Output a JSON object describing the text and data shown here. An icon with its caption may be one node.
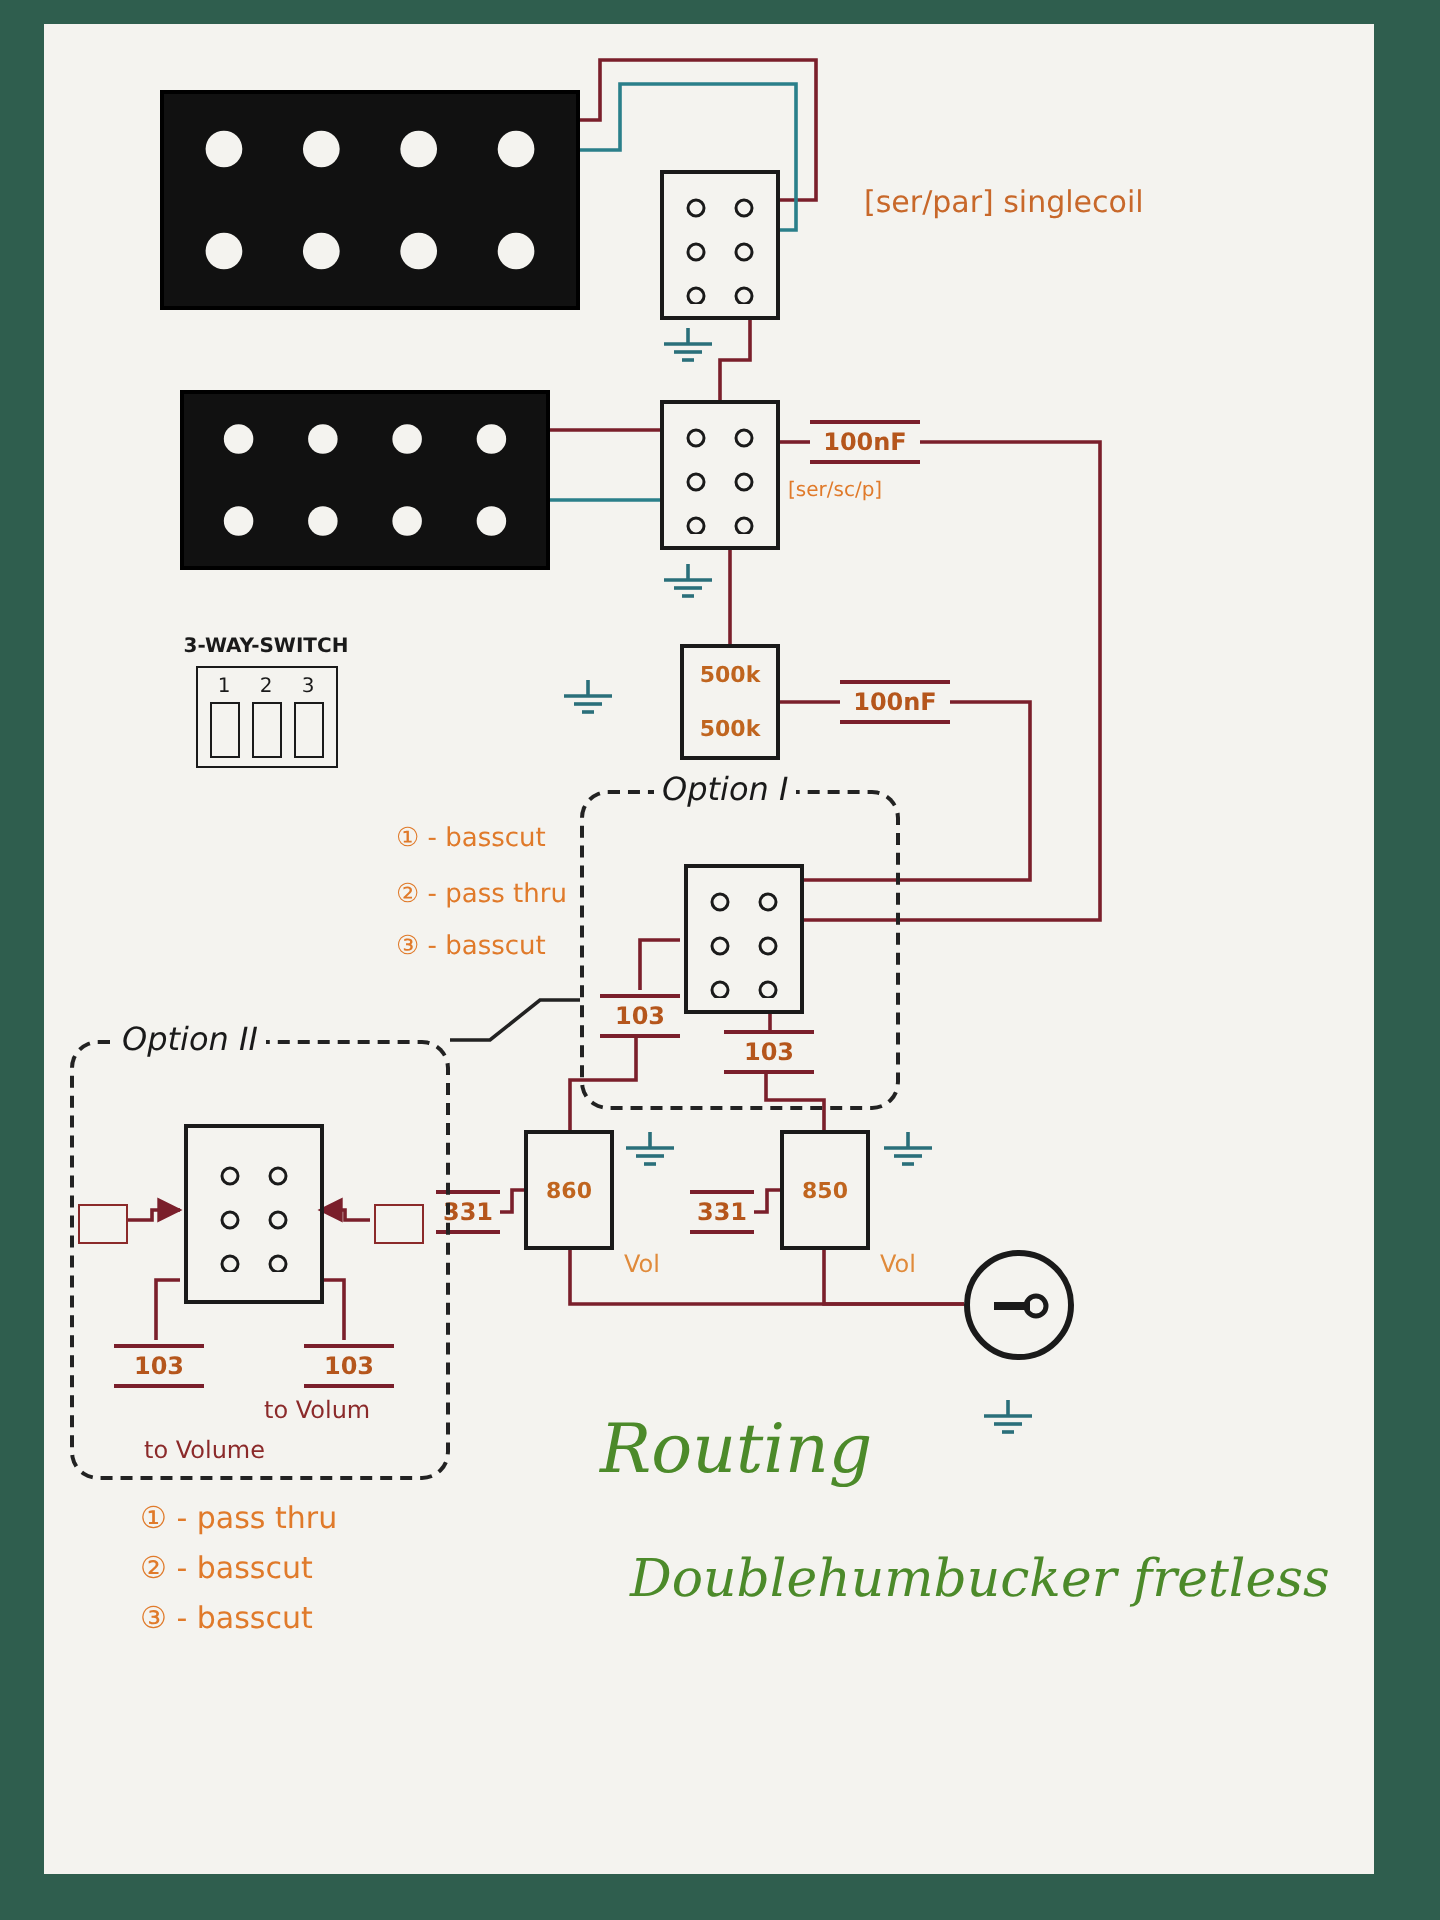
{
  "diagram": {
    "title": "Routing",
    "caption": "Doublehumbucker fretless",
    "nodes": [
      {
        "text": [],
        "shape": "box"
      },
      {
        "text": [],
        "shape": "box"
      },
      {
        "text": [],
        "shape": "box"
      },
      {
        "text": [],
        "shape": "box"
      },
      {
        "text": [
          "100nF"
        ]
      },
      {
        "text": [
          "500k",
          "500k"
        ]
      },
      {
        "text": [
          "100nF"
        ]
      },
      {
        "text": [
          "Option I"
        ]
      },
      {
        "text": [],
        "shape": "box",
        "in": 7
      },
      {
        "text": [
          "103"
        ],
        "in": 7
      },
      {
        "text": [
          "103"
        ],
        "in": 7
      },
      {
        "text": [
          "860"
        ],
        "beside": [
          "Vol"
        ]
      },
      {
        "text": [
          "331"
        ]
      },
      {
        "text": [
          "850"
        ],
        "beside": [
          "Vol"
        ]
      },
      {
        "text": [
          "331"
        ]
      },
      {
        "text": [],
        "shape": "circle"
      },
      {
        "text": [
          "Option II"
        ]
      },
      {
        "text": [],
        "shape": "box",
        "in": 16
      },
      {
        "text": [],
        "shape": "box",
        "in": 16
      },
      {
        "text": [],
        "shape": "box",
        "in": 16
      },
      {
        "text": [
          "103"
        ],
        "in": 16
      },
      {
        "text": [
          "103"
        ],
        "in": 16
      },
      {
        "text": [
          "3-WAY-SWITCH",
          "1",
          "2",
          "3"
        ]
      }
    ],
    "edges": [
      {
        "from": 0,
        "to": 1,
        "arrow": "none"
      },
      {
        "from": 0,
        "to": 1,
        "arrow": "none",
        "color": "#2a7f8a"
      },
      {
        "from": 2,
        "to": 3,
        "arrow": "none"
      },
      {
        "from": 2,
        "to": 3,
        "arrow": "none",
        "color": "#2a7f8a"
      },
      {
        "from": 1,
        "to": 3,
        "arrow": "none"
      },
      {
        "from": 3,
        "to": 4,
        "arrow": "none"
      },
      {
        "from": 3,
        "to": 5,
        "arrow": "none"
      },
      {
        "from": 5,
        "to": 6,
        "arrow": "none"
      },
      {
        "from": 4,
        "to": 8,
        "arrow": "none"
      },
      {
        "from": 6,
        "to": 8,
        "arrow": "none"
      },
      {
        "from": 8,
        "to": 9,
        "arrow": "none"
      },
      {
        "from": 8,
        "to": 10,
        "arrow": "none"
      },
      {
        "from": 9,
        "to": 11,
        "arrow": "none"
      },
      {
        "from": 10,
        "to": 13,
        "arrow": "none"
      },
      {
        "from": 11,
        "to": 12,
        "arrow": "none"
      },
      {
        "from": 13,
        "to": 14,
        "arrow": "none"
      },
      {
        "from": 11,
        "to": 15,
        "arrow": "none"
      },
      {
        "from": 13,
        "to": 15,
        "arrow": "none"
      },
      {
        "from": 18,
        "to": 17,
        "arrow": "to"
      },
      {
        "from": 19,
        "to": 17,
        "arrow": "to"
      },
      {
        "from": 17,
        "to": 20,
        "arrow": "none"
      },
      {
        "from": 17,
        "to": 21,
        "arrow": "none"
      },
      {
        "from": 16,
        "to": 7,
        "arrow": "none",
        "color": "#222222"
      }
    ],
    "labels": [
      "[ser/par] singlecoil",
      "[ser/sc/p]",
      "① - basscut",
      "② - pass thru",
      "③ - basscut",
      "to Volum",
      "to Volume",
      "① - pass thru",
      "② - basscut",
      "③ - basscut"
    ]
  }
}
